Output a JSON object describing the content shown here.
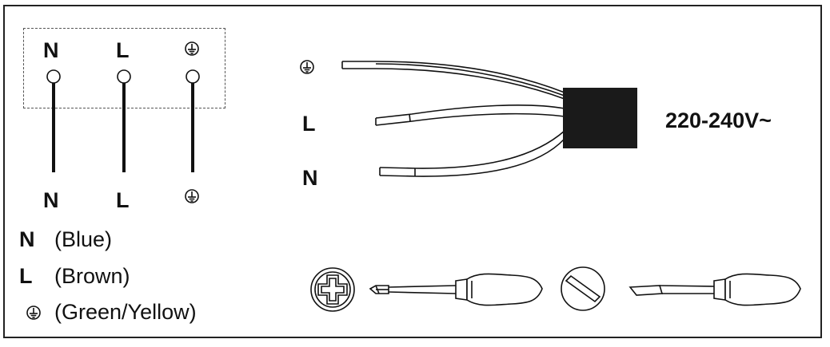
{
  "terminal": {
    "top_labels": [
      "N",
      "L"
    ],
    "bottom_labels": [
      "N",
      "L"
    ]
  },
  "legend": [
    {
      "key": "N",
      "text": "(Blue)"
    },
    {
      "key": "L",
      "text": "(Brown)"
    },
    {
      "key_icon": "earth-ground-icon",
      "text": "(Green/Yellow)"
    }
  ],
  "cable": {
    "labels": [
      "L",
      "N"
    ],
    "voltage": "220-240V~"
  },
  "icons": [
    "earth-ground-icon",
    "phillips-screw-head-icon",
    "phillips-screwdriver-icon",
    "slotted-screw-head-icon",
    "flathead-screwdriver-icon"
  ]
}
